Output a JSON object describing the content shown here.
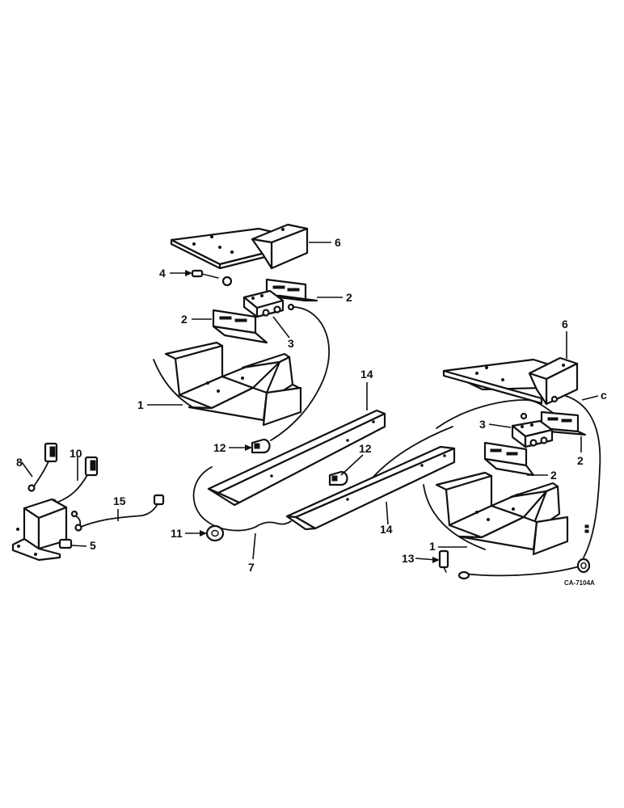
{
  "callouts": {
    "c1a": "1",
    "c1b": "1",
    "c2a": "2",
    "c2b": "2",
    "c2c": "2",
    "c2d": "2",
    "c3a": "3",
    "c3b": "3",
    "c4": "4",
    "c5": "5",
    "c6a": "6",
    "c6b": "6",
    "c7": "7",
    "c8": "8",
    "c9": "c",
    "c10": "10",
    "c11": "11",
    "c12a": "12",
    "c12b": "12",
    "c13": "13",
    "c14a": "14",
    "c14b": "14",
    "c15": "15"
  },
  "drawing_code": "CA-7104A"
}
